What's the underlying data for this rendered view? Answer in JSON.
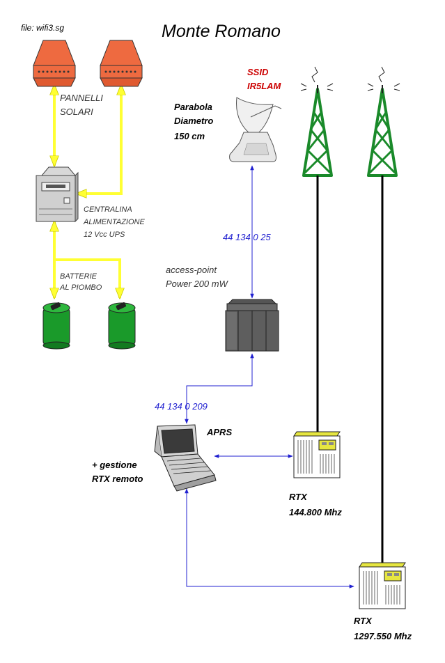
{
  "title": "Monte Romano",
  "file_label": "file: wifi3.sg",
  "labels": {
    "solar_panels": [
      "PANNELLI",
      "SOLARI"
    ],
    "power_unit": [
      "CENTRALINA",
      "ALIMENTAZIONE",
      "12 Vcc UPS"
    ],
    "batteries": [
      "BATTERIE",
      "AL PIOMBO"
    ],
    "ssid": [
      "SSID",
      "IR5LAM"
    ],
    "dish": [
      "Parabola",
      "Diametro",
      "150 cm"
    ],
    "ip_ap": "44 134 0 25",
    "access_point": [
      "access-point",
      "Power 200 mW"
    ],
    "ip_laptop": "44 134 0 209",
    "aprs": "APRS",
    "remote_mgmt": [
      "+ gestione",
      "RTX remoto"
    ],
    "rtx1": [
      "RTX",
      "144.800 Mhz"
    ],
    "rtx2": [
      "RTX",
      "1297.550 Mhz"
    ]
  },
  "colors": {
    "power_link": "#ffff33",
    "data_link": "#2020d0",
    "ssid_text": "#cc0000",
    "tower": "#1a8a2a",
    "battery": "#1a9a2a",
    "panel": "#ee6a40",
    "rtx_top": "#e6e640"
  },
  "icons": [
    "solar-panel-icon",
    "power-unit-icon",
    "battery-icon",
    "dish-antenna-icon",
    "access-point-icon",
    "laptop-icon",
    "antenna-tower-icon",
    "radio-transceiver-icon"
  ]
}
